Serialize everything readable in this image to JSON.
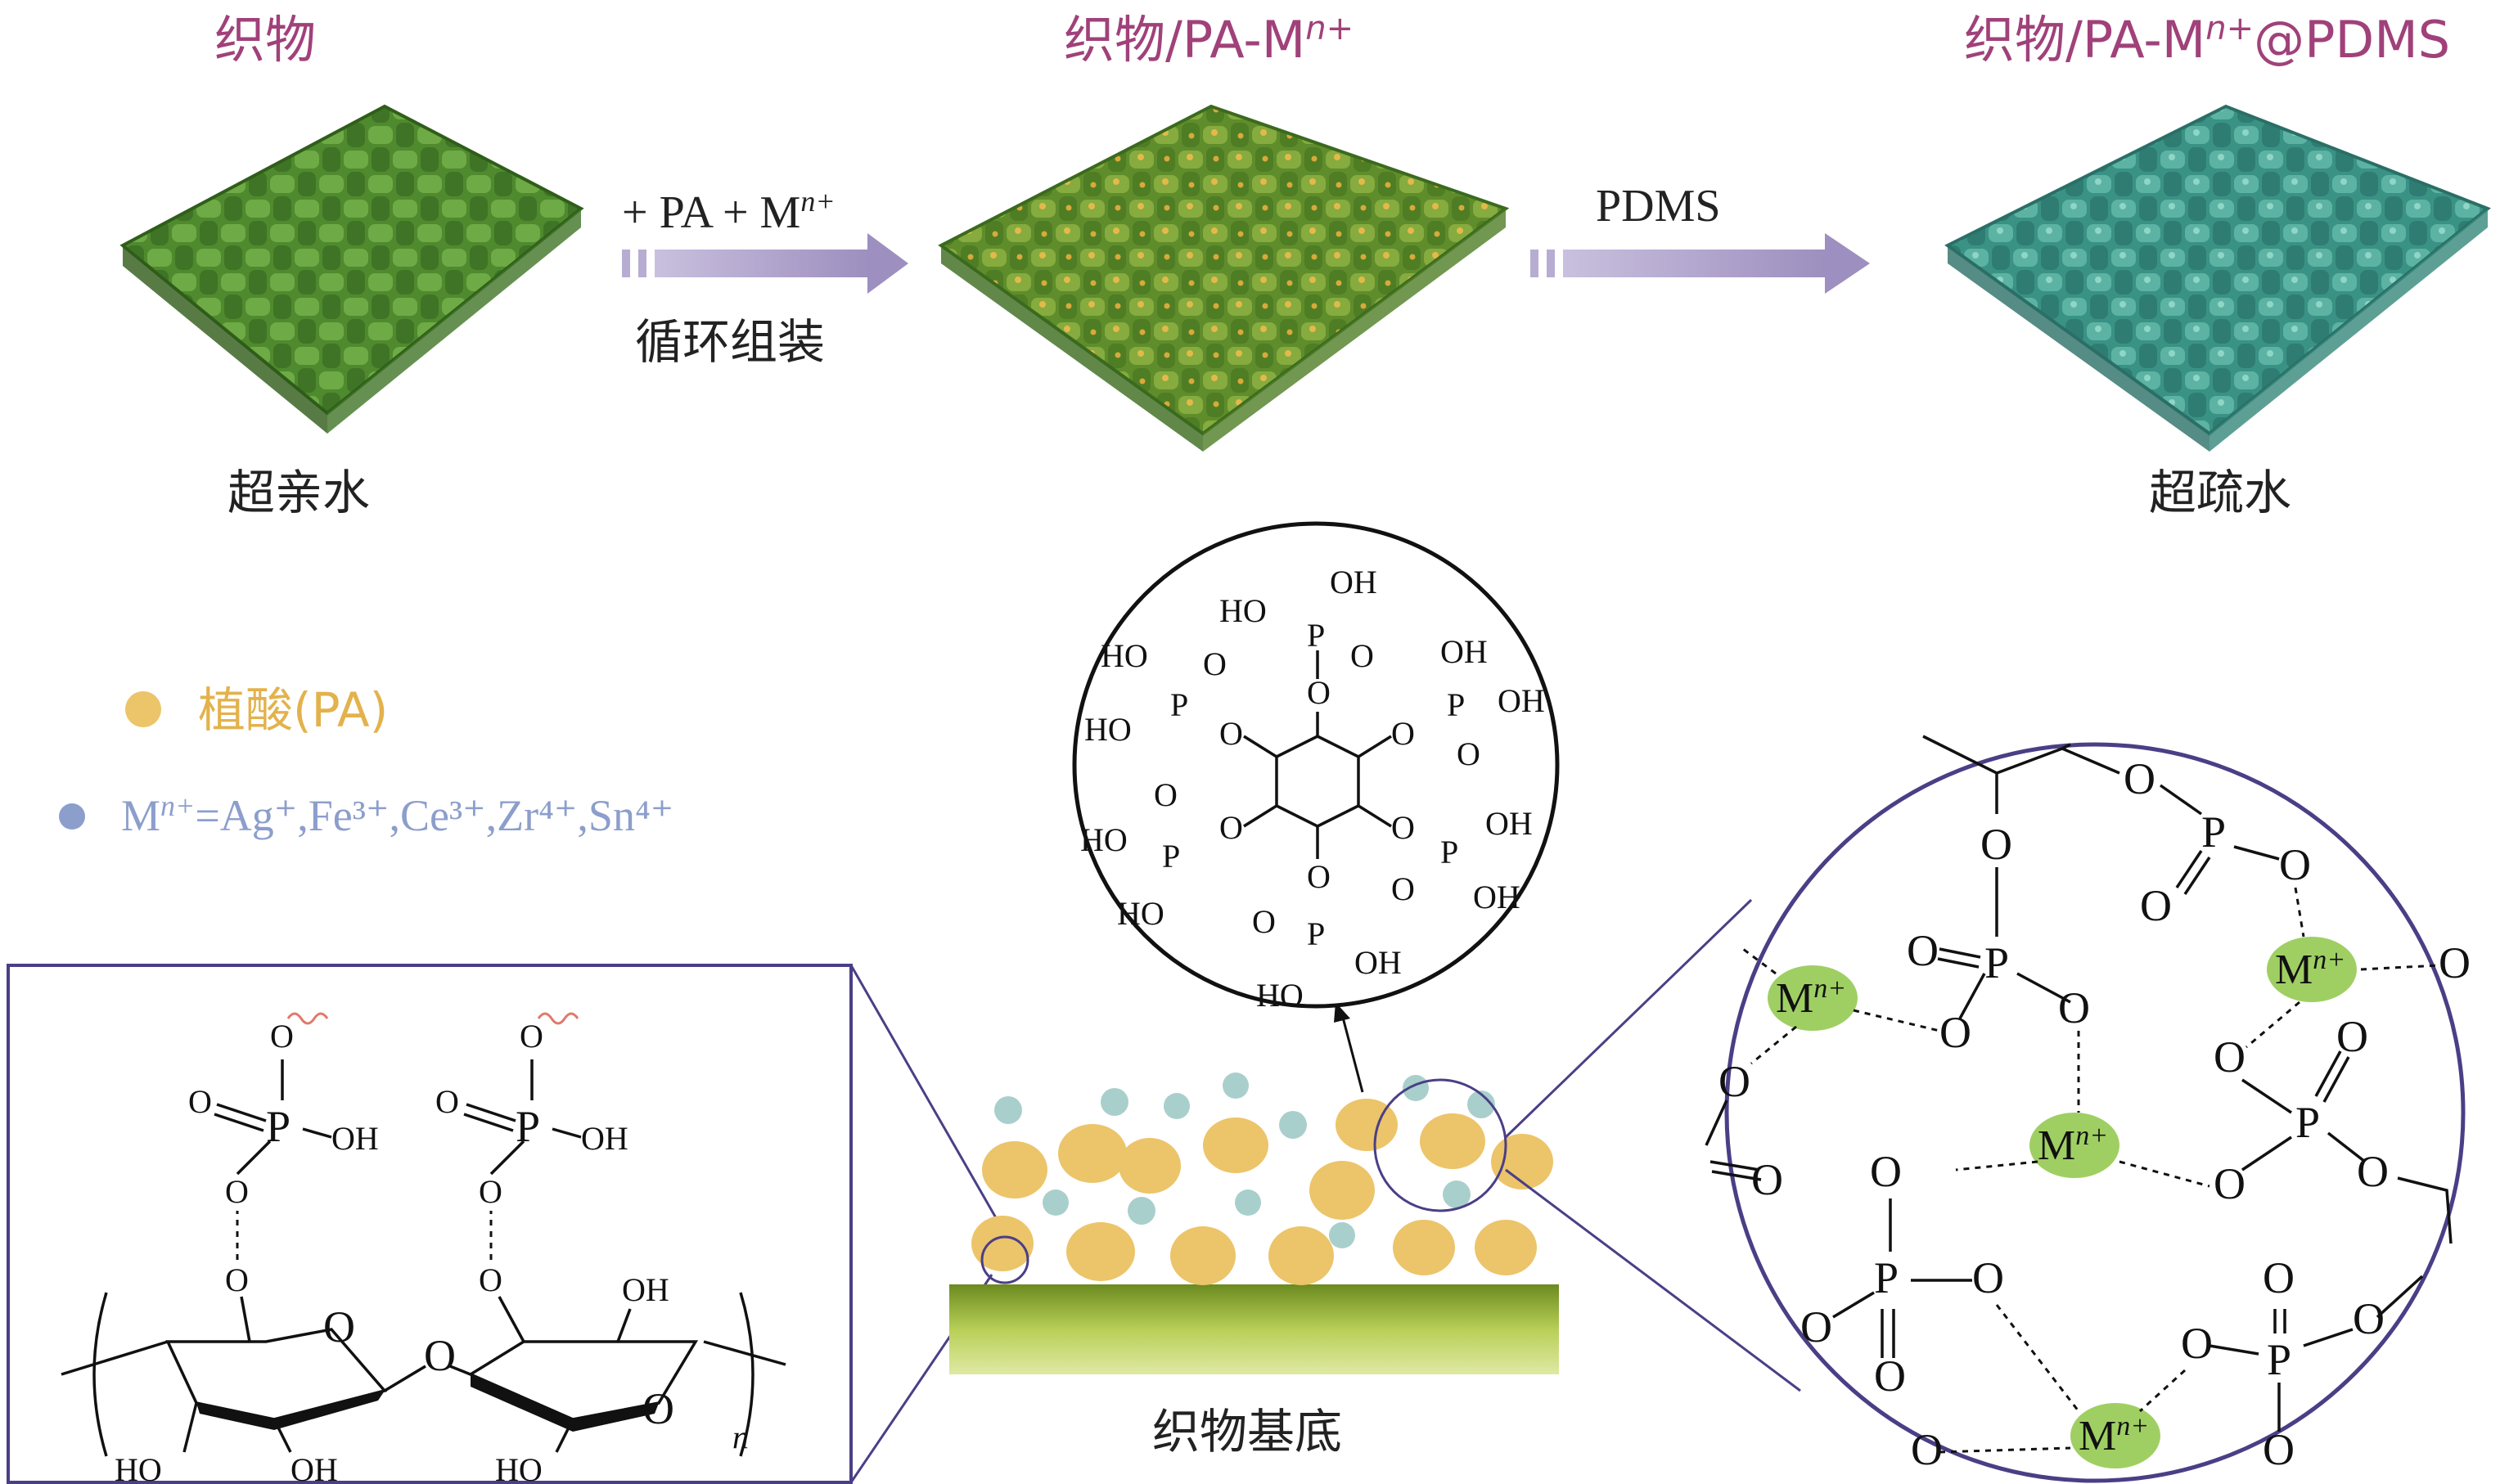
{
  "top_row": {
    "stage1_title": "织物",
    "stage2_title_prefix": "织物/PA-M",
    "stage2_title_sup": "n+",
    "stage3_title_prefix": "织物/PA-M",
    "stage3_title_sup": "n+",
    "stage3_title_suffix": "@PDMS",
    "stage1_caption": "超亲水",
    "stage3_caption": "超疏水",
    "arrow1_top_prefix": "+ PA + M",
    "arrow1_top_sup": "n+",
    "arrow1_bottom": "循环组装",
    "arrow2_top": "PDMS"
  },
  "legend": {
    "pa_label": "植酸(PA)",
    "m_label": "M",
    "m_sup": "n+",
    "m_ions_prefix": "=Ag",
    "m_ions": "=Ag⁺,Fe³⁺,Ce³⁺,Zr⁴⁺,Sn⁴⁺"
  },
  "substrate_label": "织物基底",
  "colors": {
    "title_magenta": "#a0417a",
    "pa_yellow": "#ecc46a",
    "metal_blue": "#a9cfcc",
    "metal_green": "#9fcf63",
    "frame_purple": "#4a3f86",
    "arrow_purple": "#a89bc6"
  },
  "cellulose_panel": {
    "atom_O": "O",
    "atom_P": "P",
    "group_OH": "OH",
    "group_HO": "HO",
    "subscript_n": "n"
  },
  "phytic_acid": {
    "atom_O": "O",
    "atom_P": "P",
    "group_OH": "OH",
    "group_HO": "HO"
  },
  "metal_network": {
    "metal_label": "M",
    "metal_sup": "n+",
    "atom_O": "O",
    "atom_P": "P"
  }
}
